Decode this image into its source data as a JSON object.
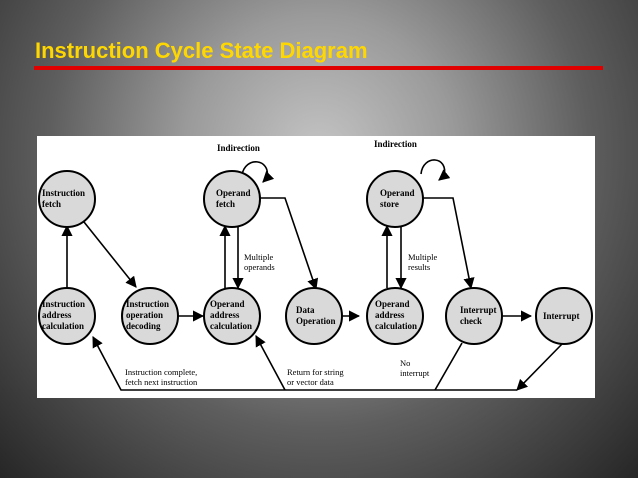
{
  "slide": {
    "title": "Instruction Cycle State Diagram",
    "title_color": "#ffd700",
    "rule_color": "#e00000"
  },
  "diagram": {
    "nodes": {
      "instruction_fetch": [
        "Instruction",
        "fetch"
      ],
      "instruction_address_calc": [
        "Instruction",
        "address",
        "calculation"
      ],
      "instruction_operation_decoding": [
        "Instruction",
        "operation",
        "decoding"
      ],
      "operand_fetch": [
        "Operand",
        "fetch"
      ],
      "operand_address_calc_1": [
        "Operand",
        "address",
        "calculation"
      ],
      "data_operation": [
        "Data",
        "Operation"
      ],
      "operand_store": [
        "Operand",
        "store"
      ],
      "operand_address_calc_2": [
        "Operand",
        "address",
        "calculation"
      ],
      "interrupt_check": [
        "Interrupt",
        "check"
      ],
      "interrupt": [
        "Interrupt"
      ]
    },
    "annotations": {
      "indirection_1": "Indirection",
      "indirection_2": "Indirection",
      "multiple_operands": [
        "Multiple",
        "operands"
      ],
      "multiple_results": [
        "Multiple",
        "results"
      ],
      "instruction_complete": [
        "Instruction complete,",
        "fetch next instruction"
      ],
      "return_for_string": [
        "Return for string",
        "or vector data"
      ],
      "no_interrupt": [
        "No",
        "interrupt"
      ]
    }
  }
}
